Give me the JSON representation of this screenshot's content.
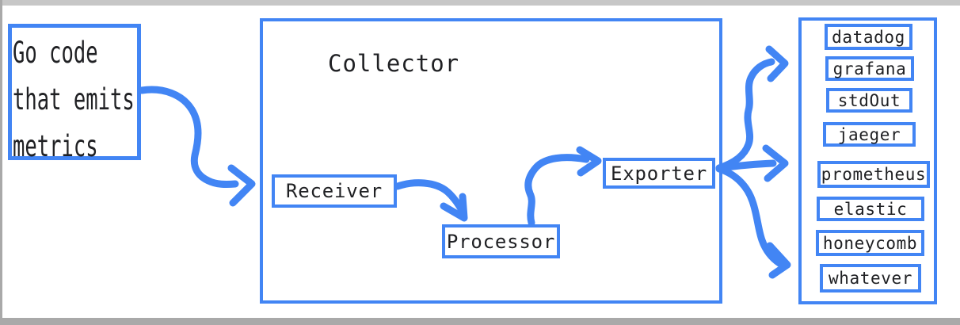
{
  "colors": {
    "accent": "#4285f4",
    "text": "#202124",
    "chrome": "#a9a9a9"
  },
  "source": {
    "lines": [
      "Go code",
      "that emits",
      "metrics"
    ]
  },
  "collector": {
    "title": "Collector",
    "stages": [
      "Receiver",
      "Processor",
      "Exporter"
    ]
  },
  "destinations": [
    "datadog",
    "grafana",
    "stdOut",
    "jaeger",
    "prometheus",
    "elastic",
    "honeycomb",
    "whatever"
  ]
}
